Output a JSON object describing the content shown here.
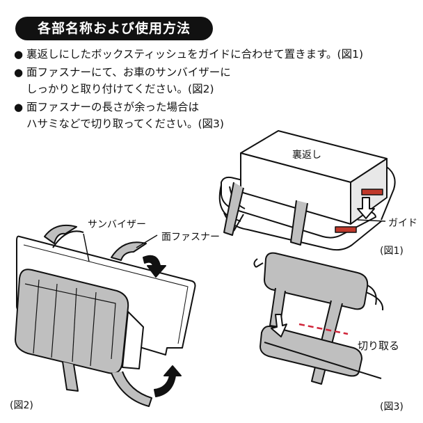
{
  "title": "各部名称および使用方法",
  "bullet": "●",
  "instructions": [
    {
      "lines": [
        "裏返しにしたボックスティッシュをガイドに合わせて置きます。(図1)"
      ]
    },
    {
      "lines": [
        "面ファスナーにて、お車のサンバイザーに",
        "しっかりと取り付けてください。(図2)"
      ]
    },
    {
      "lines": [
        "面ファスナーの長さが余った場合は",
        "ハサミなどで切り取ってください。(図3)"
      ]
    }
  ],
  "figure1": {
    "box_label": "裏返し",
    "guide_label": "ガイド",
    "caption": "(図1)",
    "accent_color": "#c0392b"
  },
  "figure2": {
    "sunvisor_label": "サンバイザー",
    "fastener_label": "面ファスナー",
    "caption": "(図2)"
  },
  "figure3": {
    "cut_label": "切り取る",
    "caption": "(図3)",
    "cut_line_color": "#d0253a"
  }
}
